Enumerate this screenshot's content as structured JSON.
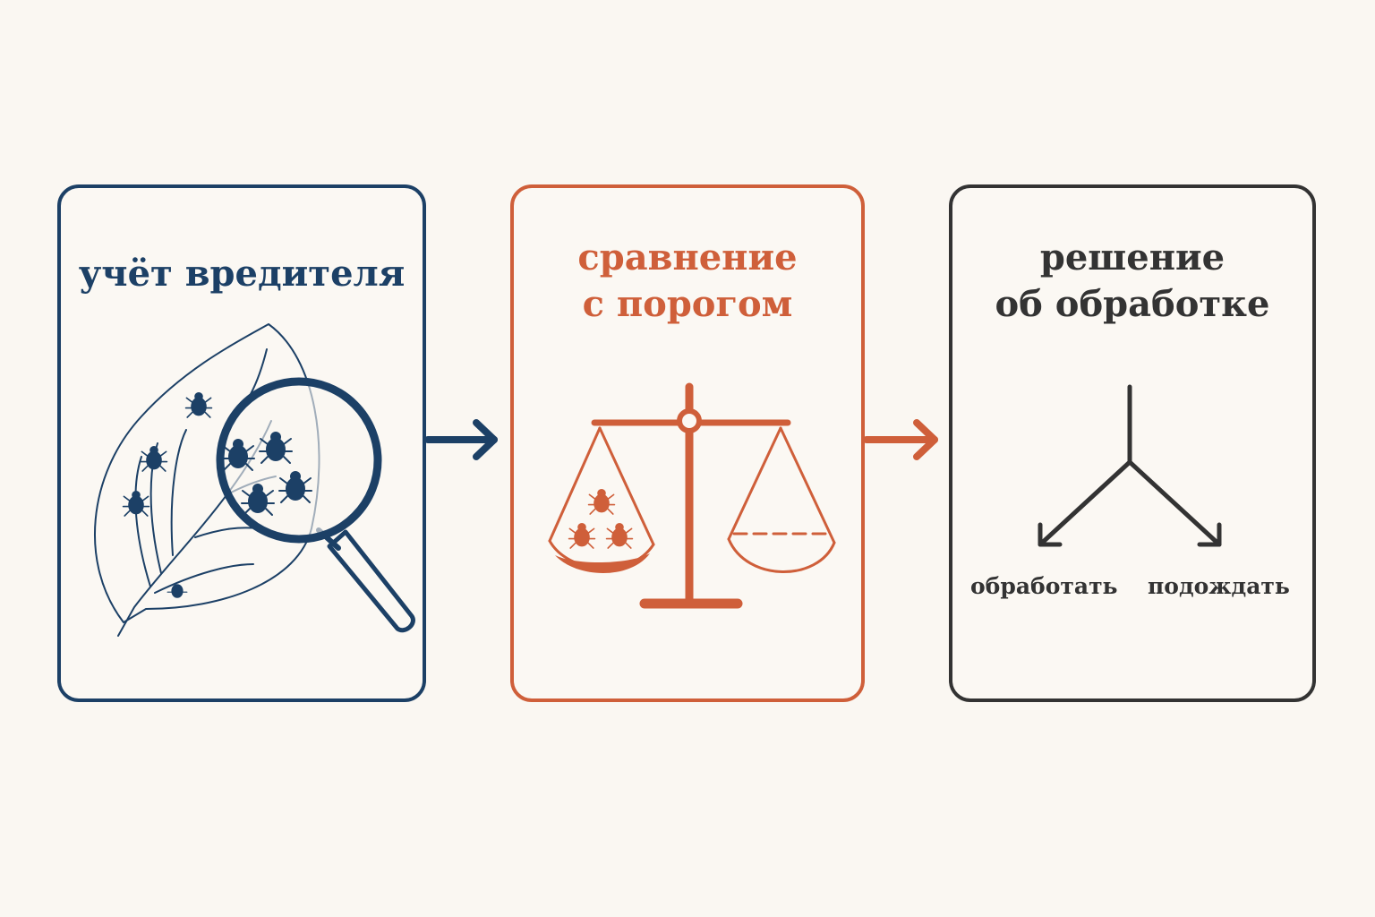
{
  "colors": {
    "background": "#faf7f2",
    "step1": "#1c4066",
    "step2": "#cf5f3a",
    "step3": "#333333"
  },
  "steps": [
    {
      "title_lines": [
        "учёт вредителя"
      ],
      "icon": "leaf-magnifier-icon"
    },
    {
      "title_lines": [
        "сравнение",
        "с порогом"
      ],
      "icon": "balance-scale-icon"
    },
    {
      "title_lines": [
        "решение",
        "об обработке"
      ],
      "icon": "fork-arrows-icon"
    }
  ],
  "decision": {
    "options": [
      "обработать",
      "подождать"
    ]
  }
}
